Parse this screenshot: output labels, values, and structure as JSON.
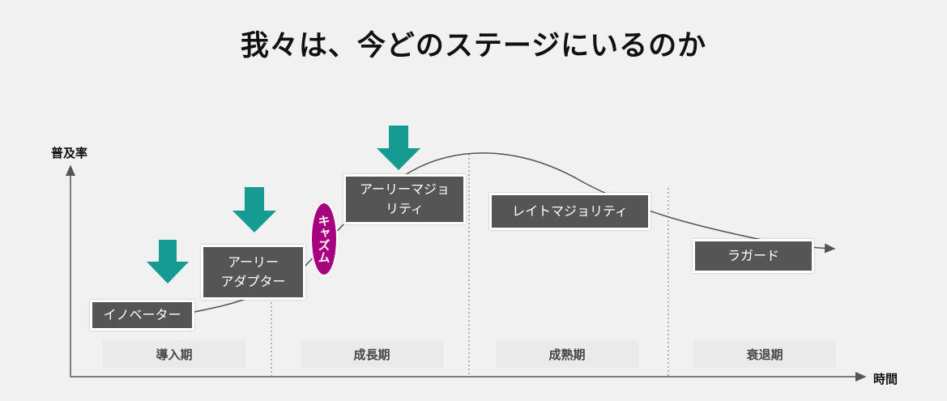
{
  "title": "我々は、今どのステージにいるのか",
  "y_axis_label": "普及率",
  "x_axis_label": "時間",
  "segments": {
    "innovators": "イノベーター",
    "early_adopters": "アーリー\nアダプター",
    "early_majority": "アーリーマジョ\nリティ",
    "late_majority": "レイトマジョリティ",
    "laggards": "ラガード"
  },
  "chasm": "キャズム",
  "phases": {
    "introduction": "導入期",
    "growth": "成長期",
    "maturity": "成熟期",
    "decline": "衰退期"
  },
  "colors": {
    "arrow": "#169b92",
    "box": "#555555",
    "chasm": "#a6007e"
  },
  "icons": [
    "down-arrow-icon"
  ]
}
